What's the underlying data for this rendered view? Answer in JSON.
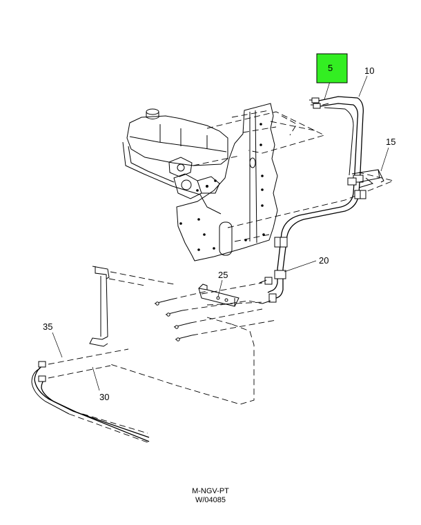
{
  "callouts": [
    {
      "id": "5",
      "label": "5",
      "highlighted": true
    },
    {
      "id": "10",
      "label": "10",
      "highlighted": false
    },
    {
      "id": "15",
      "label": "15",
      "highlighted": false
    },
    {
      "id": "20",
      "label": "20",
      "highlighted": false
    },
    {
      "id": "25",
      "label": "25",
      "highlighted": false
    },
    {
      "id": "30",
      "label": "30",
      "highlighted": false
    },
    {
      "id": "35",
      "label": "35",
      "highlighted": false
    }
  ],
  "colors": {
    "highlight": "#33ee22",
    "line": "#000000",
    "background": "#ffffff"
  },
  "footer": {
    "code": "M-NGV-PT",
    "reference": "W/04085"
  }
}
